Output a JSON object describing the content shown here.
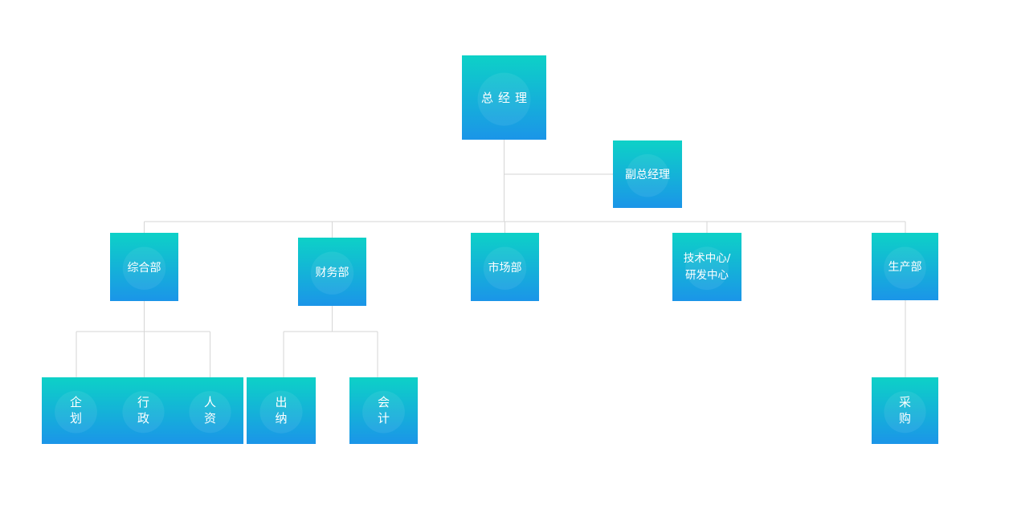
{
  "colors": {
    "node_top": "#0dd1c7",
    "node_bottom": "#1b95e8",
    "connector": "#d6d6d6",
    "label": "#ffffff",
    "background": "#ffffff"
  },
  "org_chart": {
    "nodes": {
      "general_manager": {
        "label": "总经理"
      },
      "deputy_general_manager": {
        "label": "副总经理"
      },
      "general_affairs_dept": {
        "label": "综合部"
      },
      "finance_dept": {
        "label": "财务部"
      },
      "marketing_dept": {
        "label": "市场部"
      },
      "tech_rd_center": {
        "line1": "技术中心/",
        "line2": "研发中心"
      },
      "production_dept": {
        "label": "生产部"
      },
      "planning": {
        "label": "企划"
      },
      "administration": {
        "label": "行政"
      },
      "human_resources": {
        "label": "人资"
      },
      "cashier": {
        "label": "出纳"
      },
      "accounting": {
        "label": "会计"
      },
      "procurement": {
        "label": "采购"
      }
    }
  }
}
